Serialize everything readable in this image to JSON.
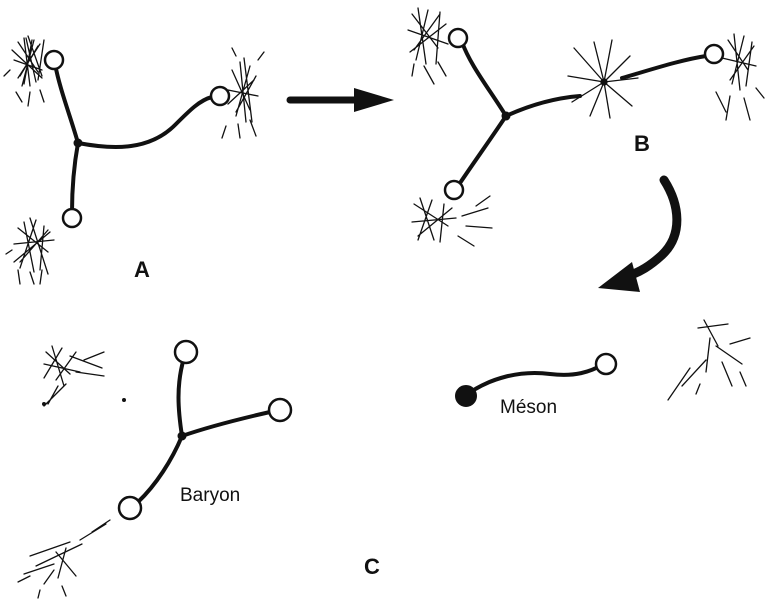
{
  "panels": {
    "a": "A",
    "b": "B",
    "c": "C"
  },
  "particles": {
    "baryon": "Baryon",
    "meson": "Méson"
  },
  "colors": {
    "ink": "#111111",
    "background": "#ffffff"
  }
}
